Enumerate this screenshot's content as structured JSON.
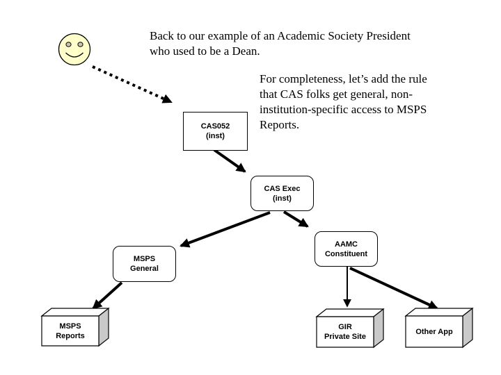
{
  "slide": {
    "intro": {
      "line1": "Back to our example of an Academic Society President",
      "line2": "who used to be a Dean."
    },
    "note": {
      "line1": "For completeness, let’s add the rule",
      "line2": "that CAS folks get general, non-",
      "line3": "institution-specific access to MSPS",
      "line4": "Reports."
    }
  },
  "nodes": {
    "cas052": {
      "line1": "CAS052",
      "line2": "(inst)"
    },
    "cas_exec": {
      "line1": "CAS Exec",
      "line2": "(inst)"
    },
    "msps_general": {
      "line1": "MSPS",
      "line2": "General"
    },
    "aamc_constituent": {
      "line1": "AAMC",
      "line2": "Constituent"
    },
    "msps_reports": {
      "line1": "MSPS",
      "line2": "Reports"
    },
    "gir_private_site": {
      "line1": "GIR",
      "line2": "Private Site"
    },
    "other_app": {
      "line1": "Other App"
    }
  },
  "icons": {
    "smiley": "smiley-face-icon"
  },
  "colors": {
    "smiley_fill": "#ffffcc",
    "smiley_eye": "#c6c6ad",
    "box_side": "#c9c9c9",
    "ink": "#000000"
  }
}
